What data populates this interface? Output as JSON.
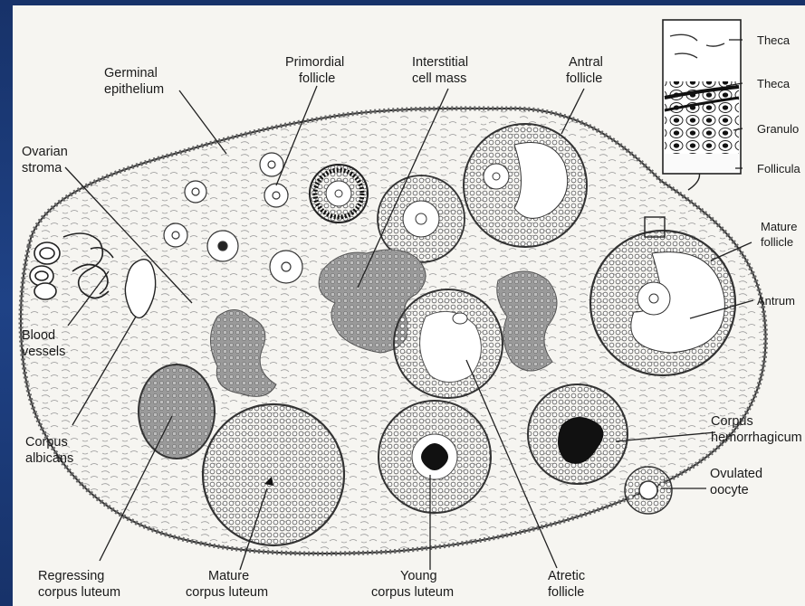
{
  "labels": {
    "germinal_epithelium": [
      "Germinal",
      "epithelium"
    ],
    "primordial_follicle": [
      "Primordial",
      "follicle"
    ],
    "interstitial_cell_mass": [
      "Interstitial",
      "cell mass"
    ],
    "antral_follicle": [
      "Antral",
      "follicle"
    ],
    "ovarian_stroma": [
      "Ovarian",
      "stroma"
    ],
    "blood_vessels": [
      "Blood",
      "vessels"
    ],
    "corpus_albicans": [
      "Corpus",
      "albicans"
    ],
    "regressing_corpus_luteum": [
      "Regressing",
      "corpus luteum"
    ],
    "mature_corpus_luteum": [
      "Mature",
      "corpus luteum"
    ],
    "young_corpus_luteum": [
      "Young",
      "corpus luteum"
    ],
    "atretic_follicle": [
      "Atretic",
      "follicle"
    ],
    "corpus_hemorrhagicum": [
      "Corpus",
      "hemorrhagicum"
    ],
    "ovulated_oocyte": [
      "Ovulated",
      "oocyte"
    ],
    "mature_follicle": [
      "Mature",
      "follicle"
    ],
    "antrum": "Antrum",
    "inset_theca_1": "Theca",
    "inset_theca_2": "Theca",
    "inset_granulosa": "Granulo",
    "inset_follicular": "Follicula"
  },
  "colors": {
    "outer_frame": "#1b3a78",
    "paper": "#f6f5f1",
    "ink": "#1a1a1a",
    "cell_mass_fill": "#9a9a9a",
    "corpus_fill": "#b5b5b5"
  }
}
